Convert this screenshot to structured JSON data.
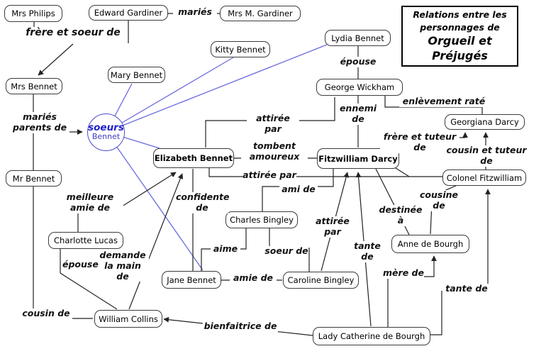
{
  "title_box": {
    "line1": "Relations entre les",
    "line2": "personnages de",
    "line3": "Orgueil et Préjugés"
  },
  "hub": {
    "line1": "soeurs",
    "line2": "Bennet"
  },
  "nodes": [
    {
      "label": "Mrs Philips"
    },
    {
      "label": "Edward Gardiner"
    },
    {
      "label": "Mrs M. Gardiner"
    },
    {
      "label": "Kitty Bennet"
    },
    {
      "label": "Lydia Bennet"
    },
    {
      "label": "Mary Bennet"
    },
    {
      "label": "Mrs Bennet"
    },
    {
      "label": "George Wickham"
    },
    {
      "label": "Georgiana Darcy"
    },
    {
      "label": "Elizabeth Bennet"
    },
    {
      "label": "Fitzwilliam Darcy"
    },
    {
      "label": "Mr Bennet"
    },
    {
      "label": "Colonel Fitzwilliam"
    },
    {
      "label": "Charlotte Lucas"
    },
    {
      "label": "Charles Bingley"
    },
    {
      "label": "Anne de Bourgh"
    },
    {
      "label": "Jane Bennet"
    },
    {
      "label": "Caroline Bingley"
    },
    {
      "label": "William Collins"
    },
    {
      "label": "Lady Catherine de Bourgh"
    }
  ],
  "edge_labels": [
    {
      "text": "mariés"
    },
    {
      "text": "frère et soeur de"
    },
    {
      "text": "épouse"
    },
    {
      "text": "enlèvement raté"
    },
    {
      "text": "ennemi\nde"
    },
    {
      "text": "attirée par"
    },
    {
      "text": "frère et tuteur de"
    },
    {
      "text": "cousin et tuteur de"
    },
    {
      "text": "tombent\namoureux"
    },
    {
      "text": "mariés\nparents de"
    },
    {
      "text": "attirée par"
    },
    {
      "text": "ami de"
    },
    {
      "text": "cousine de"
    },
    {
      "text": "meilleure\namie de"
    },
    {
      "text": "confidente\nde"
    },
    {
      "text": "attirée par"
    },
    {
      "text": "destinée à"
    },
    {
      "text": "tante de"
    },
    {
      "text": "soeur de"
    },
    {
      "text": "aime"
    },
    {
      "text": "demande\nla main\nde"
    },
    {
      "text": "épouse"
    },
    {
      "text": "amie de"
    },
    {
      "text": "mère de"
    },
    {
      "text": "tante de"
    },
    {
      "text": "cousin de"
    },
    {
      "text": "bienfaitrice de"
    }
  ],
  "colors": {
    "line": "#222222",
    "blue_line": "#6b6bdf",
    "node_border": "#3c3c3c",
    "hub_text": "#2121cd"
  }
}
